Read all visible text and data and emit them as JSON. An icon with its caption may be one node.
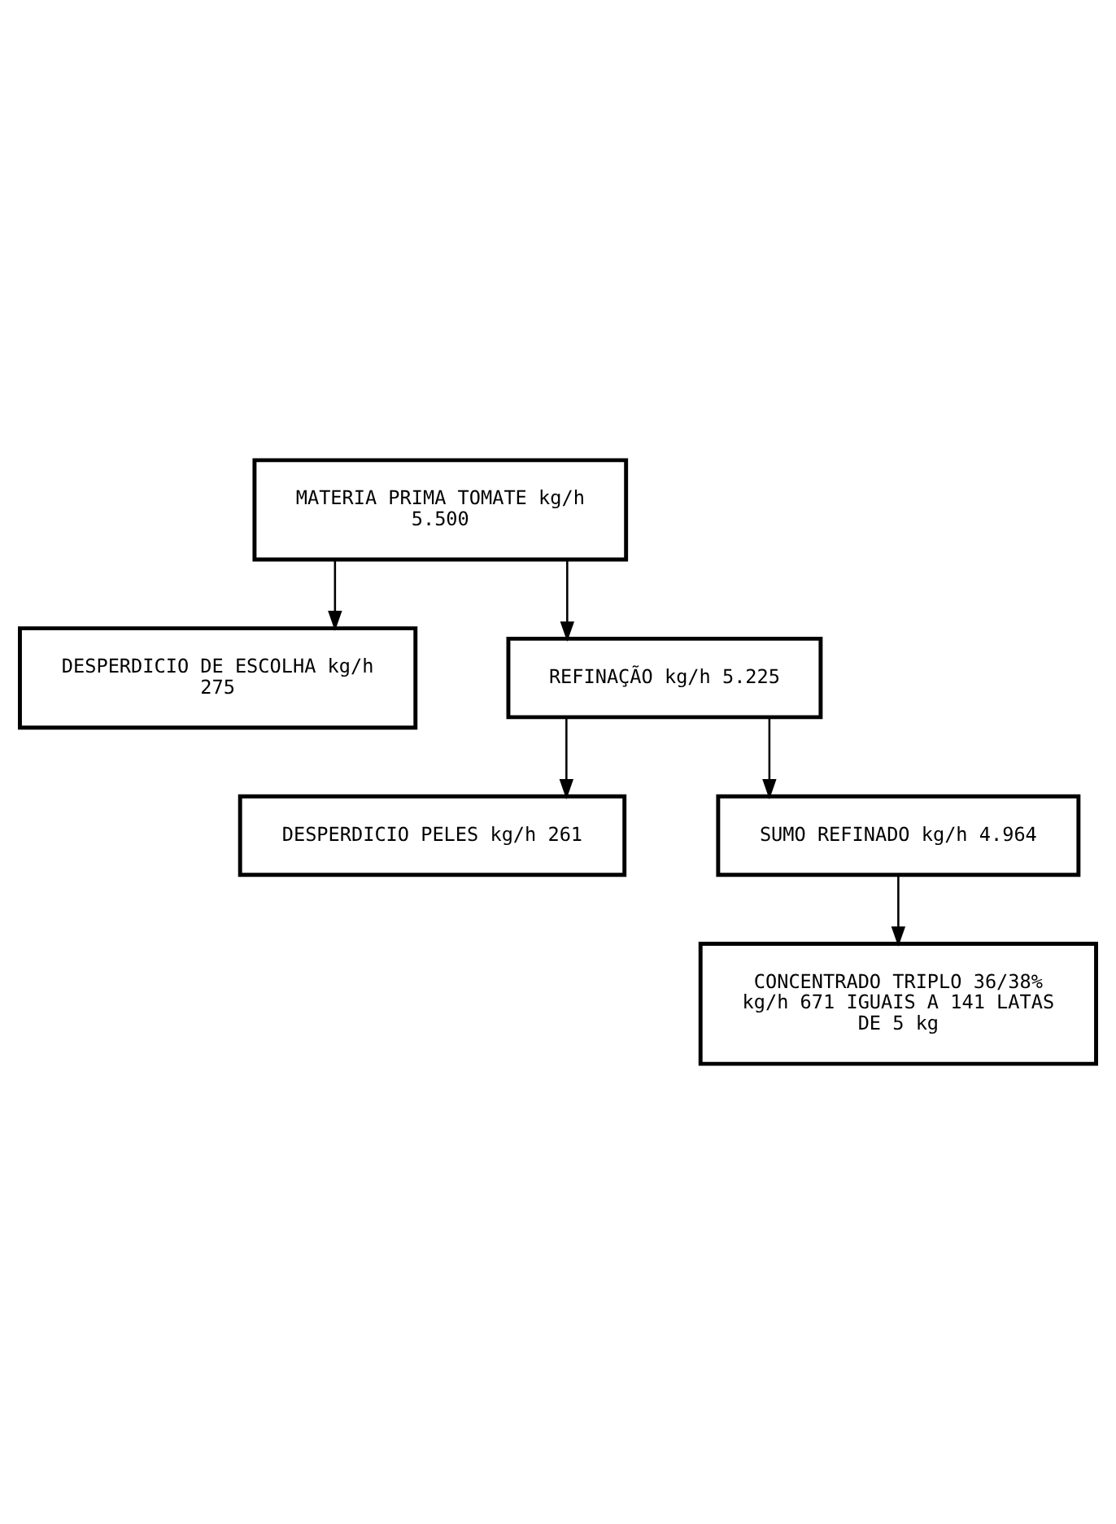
{
  "diagram": {
    "nodes": [
      {
        "text": [
          "MATERIA PRIMA TOMATE kg/h 5.500"
        ]
      },
      {
        "text": [
          "DESPERDICIO DE ESCOLHA kg/h 275"
        ]
      },
      {
        "text": [
          "REFINAÇÃO kg/h 5.225"
        ]
      },
      {
        "text": [
          "DESPERDICIO PELES kg/h 261"
        ]
      },
      {
        "text": [
          "SUMO REFINADO kg/h 4.964"
        ]
      },
      {
        "text": [
          "CONCENTRADO TRIPLO 36/38% kg/h 671 IGUAIS A 141 LATAS DE 5 kg"
        ]
      }
    ],
    "edges": [
      {
        "from": 0,
        "to": 2,
        "arrow": "to"
      },
      {
        "from": 0,
        "to": 1,
        "arrow": "to"
      },
      {
        "from": 2,
        "to": 4,
        "arrow": "to"
      },
      {
        "from": 2,
        "to": 3,
        "arrow": "to"
      },
      {
        "from": 4,
        "to": 5,
        "arrow": "to"
      }
    ]
  }
}
